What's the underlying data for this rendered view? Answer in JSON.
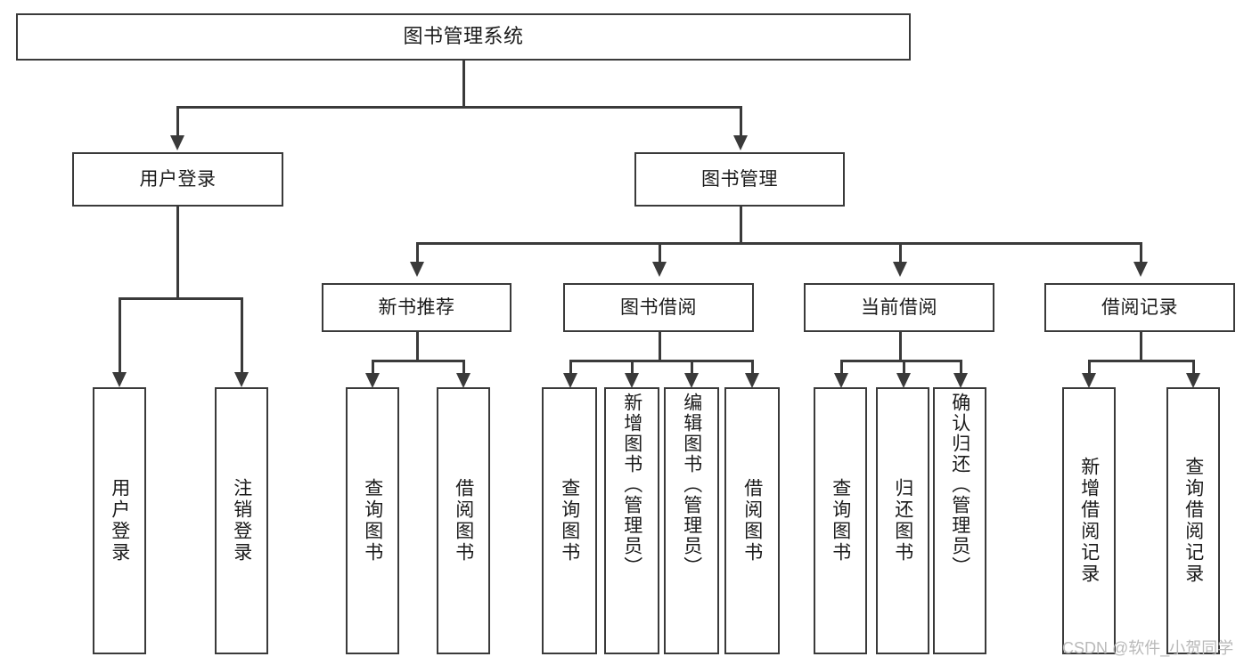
{
  "diagram": {
    "title": "图书管理系统",
    "type": "tree",
    "root": {
      "label": "图书管理系统"
    },
    "level2": [
      {
        "label": "用户登录"
      },
      {
        "label": "图书管理"
      }
    ],
    "level3": [
      {
        "label": "新书推荐"
      },
      {
        "label": "图书借阅"
      },
      {
        "label": "当前借阅"
      },
      {
        "label": "借阅记录"
      }
    ],
    "leaves": {
      "user_login": [
        {
          "label": "用户登录"
        },
        {
          "label": "注销登录"
        }
      ],
      "new_book_recommend": [
        {
          "label": "查询图书"
        },
        {
          "label": "借阅图书"
        }
      ],
      "book_borrow": [
        {
          "label": "查询图书"
        },
        {
          "label": "新增图书（管理员）"
        },
        {
          "label": "编辑图书（管理员）"
        },
        {
          "label": "借阅图书"
        }
      ],
      "current_borrow": [
        {
          "label": "查询图书"
        },
        {
          "label": "归还图书"
        },
        {
          "label": "确认归还（管理员）"
        }
      ],
      "borrow_record": [
        {
          "label": "新增借阅记录"
        },
        {
          "label": "查询借阅记录"
        }
      ]
    }
  },
  "watermark": {
    "text": "CSDN @软件_小贺同学"
  },
  "colors": {
    "stroke": "#3a3a3a",
    "background": "#ffffff",
    "text": "#1b1b1b",
    "watermark": "#b9b9b9"
  }
}
